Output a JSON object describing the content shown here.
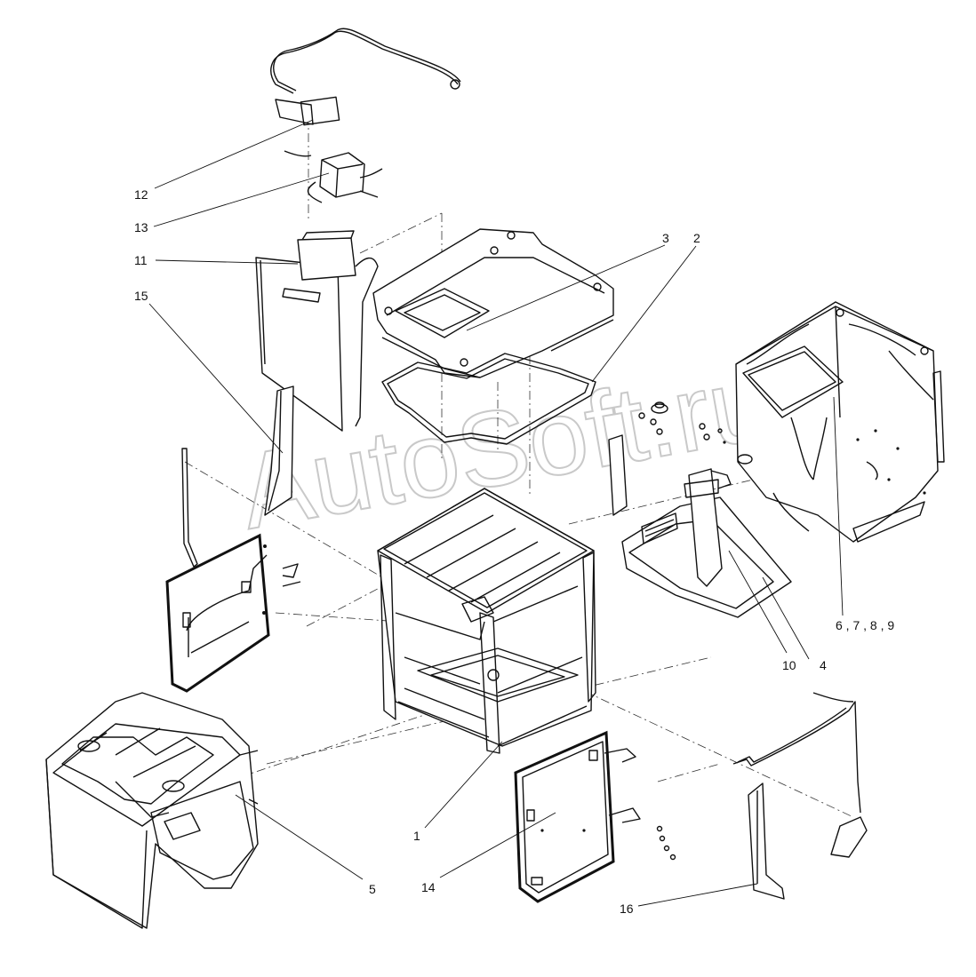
{
  "watermark": "AutoSoft.ru",
  "callouts": {
    "c1": "1",
    "c2": "2",
    "c3": "3",
    "c4": "4",
    "c5": "5",
    "c6": "6 , 7 , 8 , 9",
    "c10": "10",
    "c11": "11",
    "c12": "12",
    "c13": "13",
    "c14": "14",
    "c15": "15",
    "c16": "16"
  },
  "colors": {
    "line": "#111111",
    "background": "#ffffff",
    "watermark": "#c9c9c9"
  }
}
